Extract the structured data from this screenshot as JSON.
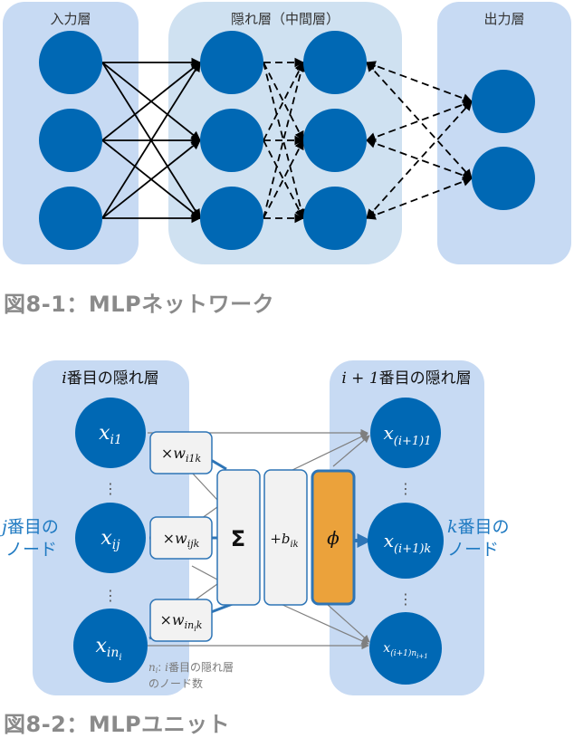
{
  "colors": {
    "node_blue": "#0068b4",
    "panel_light": "#c7daf3",
    "panel_hidden": "#cfe1f1",
    "box_fill": "#f2f2f2",
    "box_border": "#2e75b6",
    "phi_fill": "#eba23b",
    "caption_gray": "#8a8a8a",
    "accent_text": "#1f7ac2"
  },
  "figure1": {
    "caption": "図8-1：MLPネットワーク",
    "layers": {
      "input": {
        "label": "入力層",
        "node_count": 3
      },
      "hidden": {
        "label": "隠れ層（中間層）",
        "columns": 2,
        "node_count_per_column": 3
      },
      "output": {
        "label": "出力層",
        "node_count": 2
      }
    },
    "edges": {
      "input_to_hidden": "solid",
      "hidden_to_hidden": "dashed",
      "hidden_to_output": "dashed"
    }
  },
  "figure2": {
    "caption": "図8-2：MLPユニット",
    "left_layer_label_var": "i",
    "left_layer_label": "番目の隠れ層",
    "right_layer_label_var": "i + 1",
    "right_layer_label": "番目の隠れ層",
    "left_nodes": [
      {
        "base": "x",
        "sub": "i1"
      },
      {
        "base": "x",
        "sub": "ij"
      },
      {
        "base": "x",
        "sub": "in",
        "subsub": "i"
      }
    ],
    "right_nodes": [
      {
        "base": "x",
        "sub": "(i+1)1"
      },
      {
        "base": "x",
        "sub": "(i+1)k"
      },
      {
        "base": "x",
        "sub": "(i+1)n",
        "subsub": "i+1"
      }
    ],
    "weights": [
      {
        "prefix": "×w",
        "sub": "i1k"
      },
      {
        "prefix": "×w",
        "sub": "ijk"
      },
      {
        "prefix": "×w",
        "sub": "in",
        "subsub": "i",
        "tail": "k"
      }
    ],
    "sum_symbol": "Σ",
    "bias": {
      "prefix": "+b",
      "sub": "ik"
    },
    "activation": "ϕ",
    "ellipsis": "⋮",
    "j_node_label": {
      "var": "j",
      "line1": "番目の",
      "line2": "ノード"
    },
    "k_node_label": {
      "var": "k",
      "line1": "番目の",
      "line2": "ノード"
    },
    "note": {
      "var": "n",
      "sub": "i",
      "sep": ": ",
      "var2": "i",
      "line1": "番目の隠れ層",
      "line2": "のノード数"
    }
  }
}
